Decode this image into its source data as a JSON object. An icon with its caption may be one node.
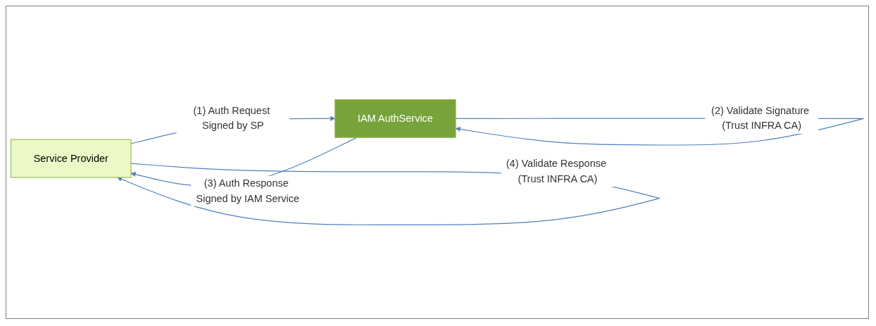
{
  "diagram": {
    "nodes": [
      {
        "text": [
          "Service Provider"
        ]
      },
      {
        "text": [
          "IAM AuthService"
        ]
      }
    ],
    "edges": [
      {
        "from": 0,
        "to": 1,
        "arrow": "to",
        "label": "(1) Auth Request Signed by SP"
      },
      {
        "from": 1,
        "to": 1,
        "arrow": "to",
        "label": "(2) Validate Signature (Trust INFRA CA)"
      },
      {
        "from": 1,
        "to": 0,
        "arrow": "to",
        "label": "(3) Auth Response Signed by IAM Service"
      },
      {
        "from": 0,
        "to": 0,
        "arrow": "to",
        "label": "(4) Validate Response (Trust INFRA CA)"
      }
    ]
  }
}
